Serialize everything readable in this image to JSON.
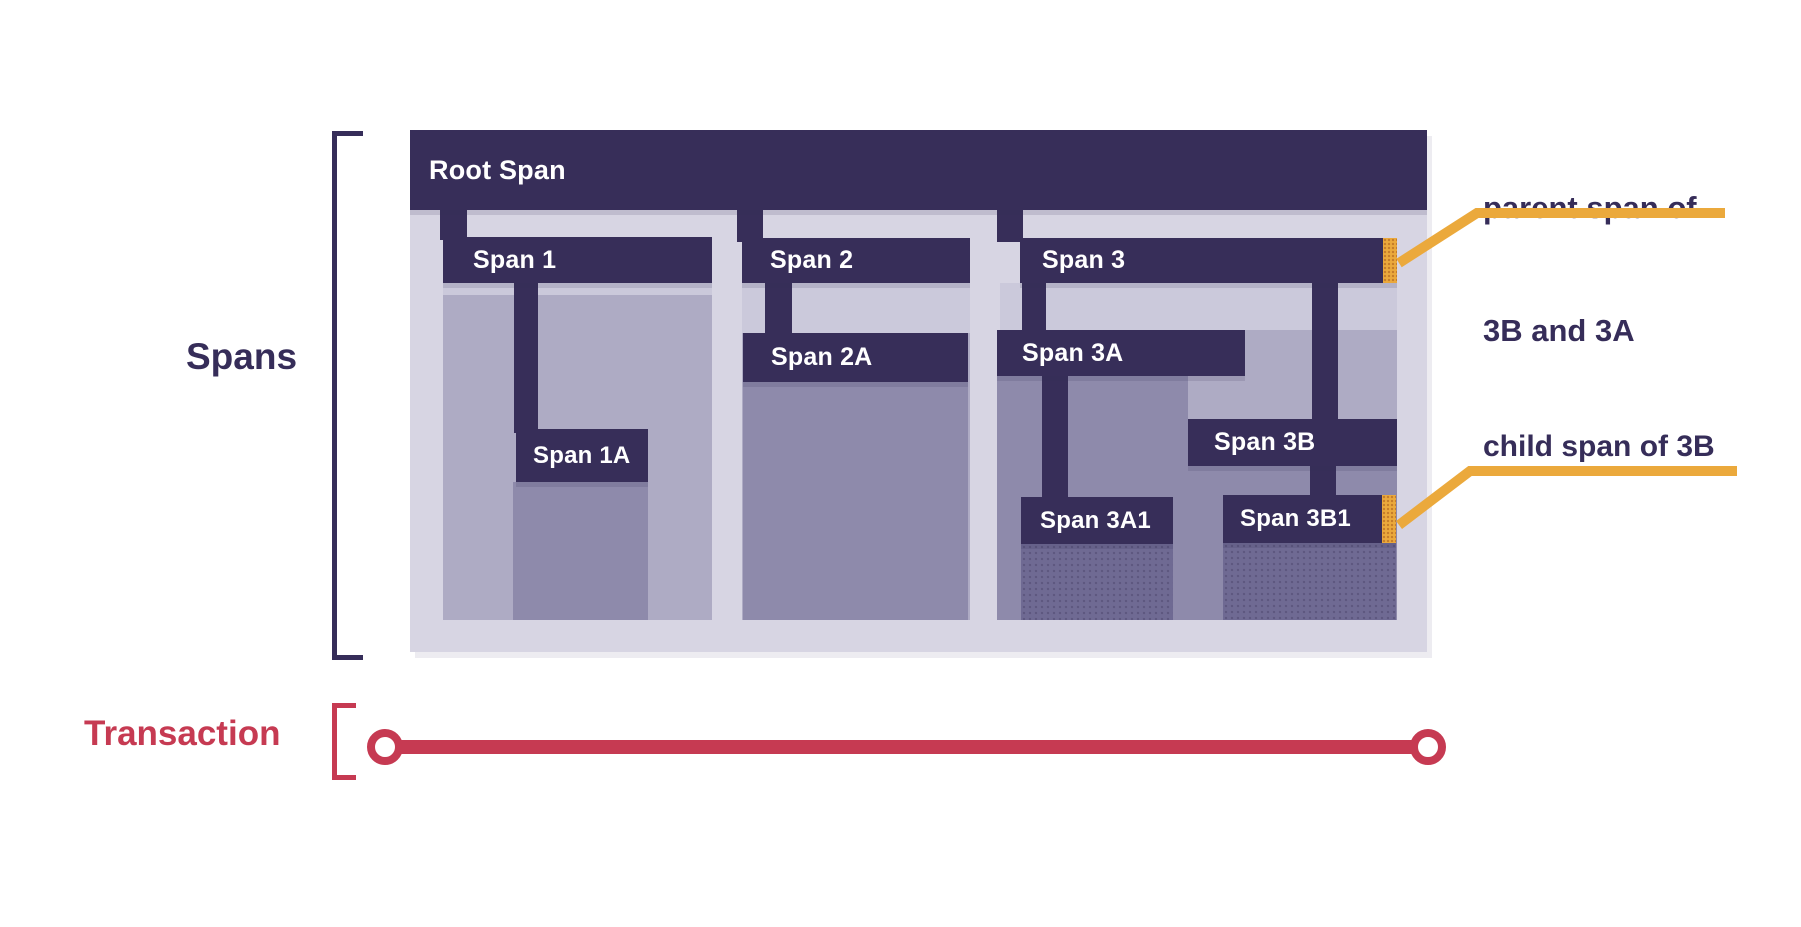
{
  "labels": {
    "spans": "Spans",
    "transaction": "Transaction"
  },
  "diagram": {
    "spans": {
      "root": "Root Span",
      "s1": "Span 1",
      "s1a": "Span 1A",
      "s2": "Span 2",
      "s2a": "Span 2A",
      "s3": "Span 3",
      "s3a": "Span 3A",
      "s3a1": "Span 3A1",
      "s3b": "Span 3B",
      "s3b1": "Span 3B1"
    }
  },
  "annotations": {
    "parent_line1": "parent span of",
    "parent_line2": "3B and 3A",
    "child": "child span of 3B"
  },
  "colors": {
    "header": "#372E59",
    "panel": "#D7D5E3",
    "band": "#CBC9DB",
    "body_l1": "#AEABC4",
    "body_l2": "#8E8AAB",
    "body_l3": "#6F6A93",
    "orange": "#EBA93C",
    "crimson": "#C63A52",
    "navy": "#362D59"
  }
}
